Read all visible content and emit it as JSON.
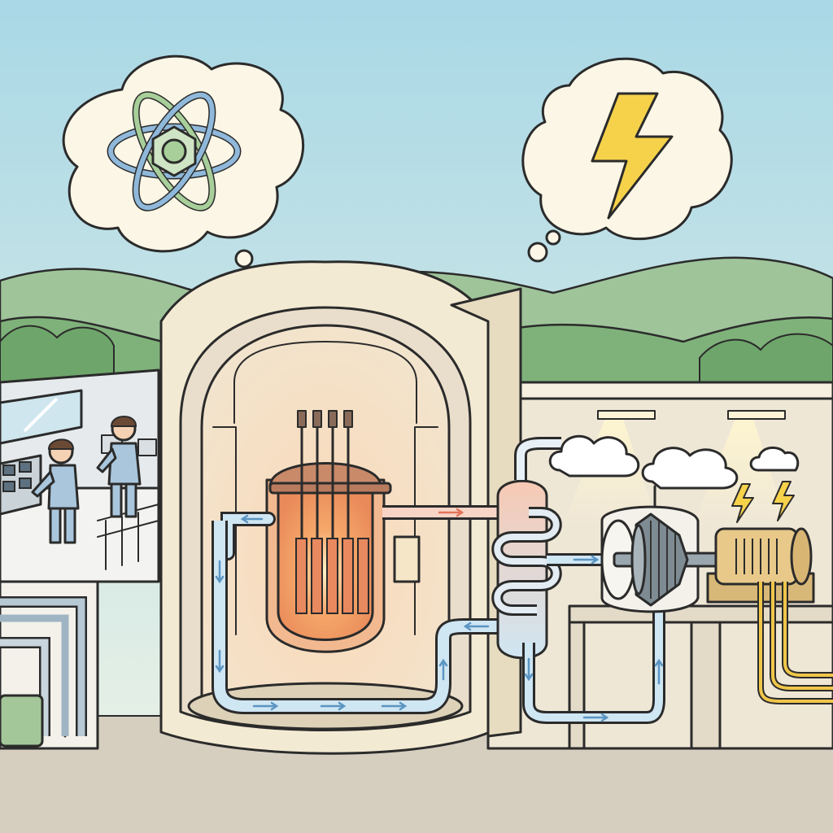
{
  "colors": {
    "sky_top": "#a9d8e6",
    "sky_bottom": "#eef3e6",
    "hill_far": "#9fc49a",
    "hill_near": "#7fb27a",
    "ground": "#d6cfc0",
    "containment": "#f3ead3",
    "containment_shade": "#e7dcc0",
    "core_glow": "#f6a86a",
    "hot_pipe": "#f7d4c6",
    "cold_pipe": "#cfe6f3",
    "pipe_outline": "#2b2b2b",
    "turbine_hall": "#efe7d6",
    "generator": "#e8c98a",
    "power_line": "#f0c64a",
    "bolt": "#f6d24b",
    "atom_blue": "#8fb8da",
    "atom_green": "#a8cf9a",
    "steam": "#ffffff",
    "control_room": "#e6eaec",
    "worker_uniform": "#a9c6dc"
  },
  "icons": {
    "thought_left": "atom-icon",
    "thought_right": "lightning-bolt-icon",
    "generator_output": "lightning-bolt-icon"
  },
  "flow": {
    "hot_loop": "reactor-to-steam-generator",
    "cold_loop": "steam-generator-to-reactor",
    "secondary_loop": "steam-generator-to-turbine"
  }
}
